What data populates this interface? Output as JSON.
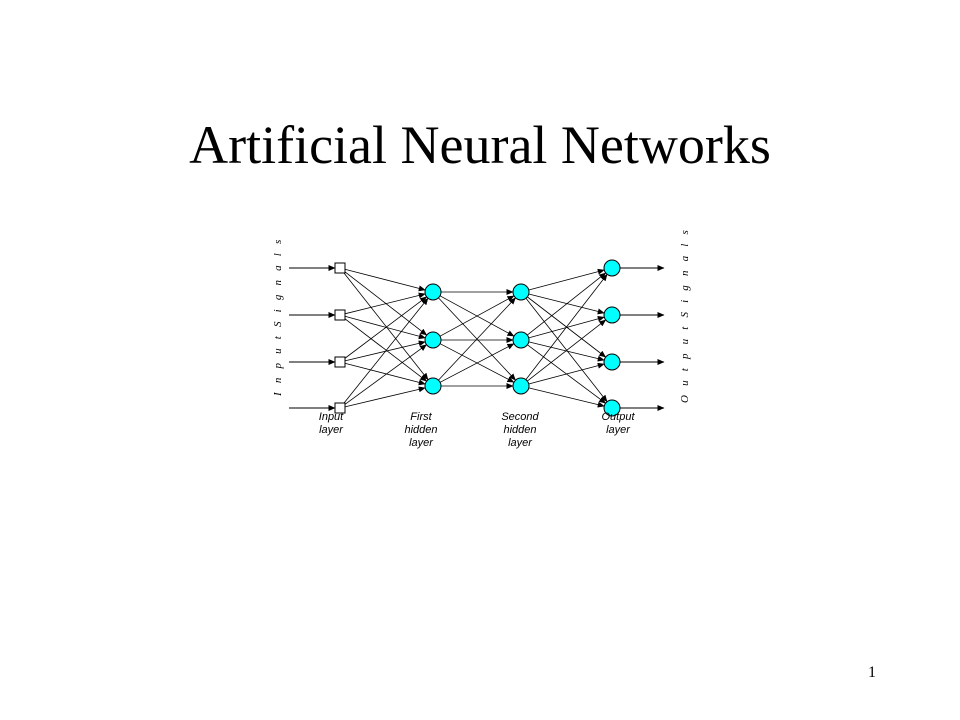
{
  "slide": {
    "title": "Artificial Neural Networks",
    "page_number": "1"
  },
  "diagram": {
    "input_signals_label": "I n p u t   S i g n a l s",
    "output_signals_label": "O u t p u t   S i g n a l s",
    "layers": [
      {
        "name": "input",
        "label_lines": [
          "Input",
          "layer"
        ],
        "node_count": 4,
        "node_shape": "square"
      },
      {
        "name": "first-hidden",
        "label_lines": [
          "First",
          "hidden",
          "layer"
        ],
        "node_count": 3,
        "node_shape": "circle"
      },
      {
        "name": "second-hidden",
        "label_lines": [
          "Second",
          "hidden",
          "layer"
        ],
        "node_count": 3,
        "node_shape": "circle"
      },
      {
        "name": "output",
        "label_lines": [
          "Output",
          "layer"
        ],
        "node_count": 4,
        "node_shape": "circle"
      }
    ],
    "colors": {
      "neuron_fill": "#00ffff",
      "input_node_fill": "#ffffff",
      "stroke": "#000000"
    }
  }
}
